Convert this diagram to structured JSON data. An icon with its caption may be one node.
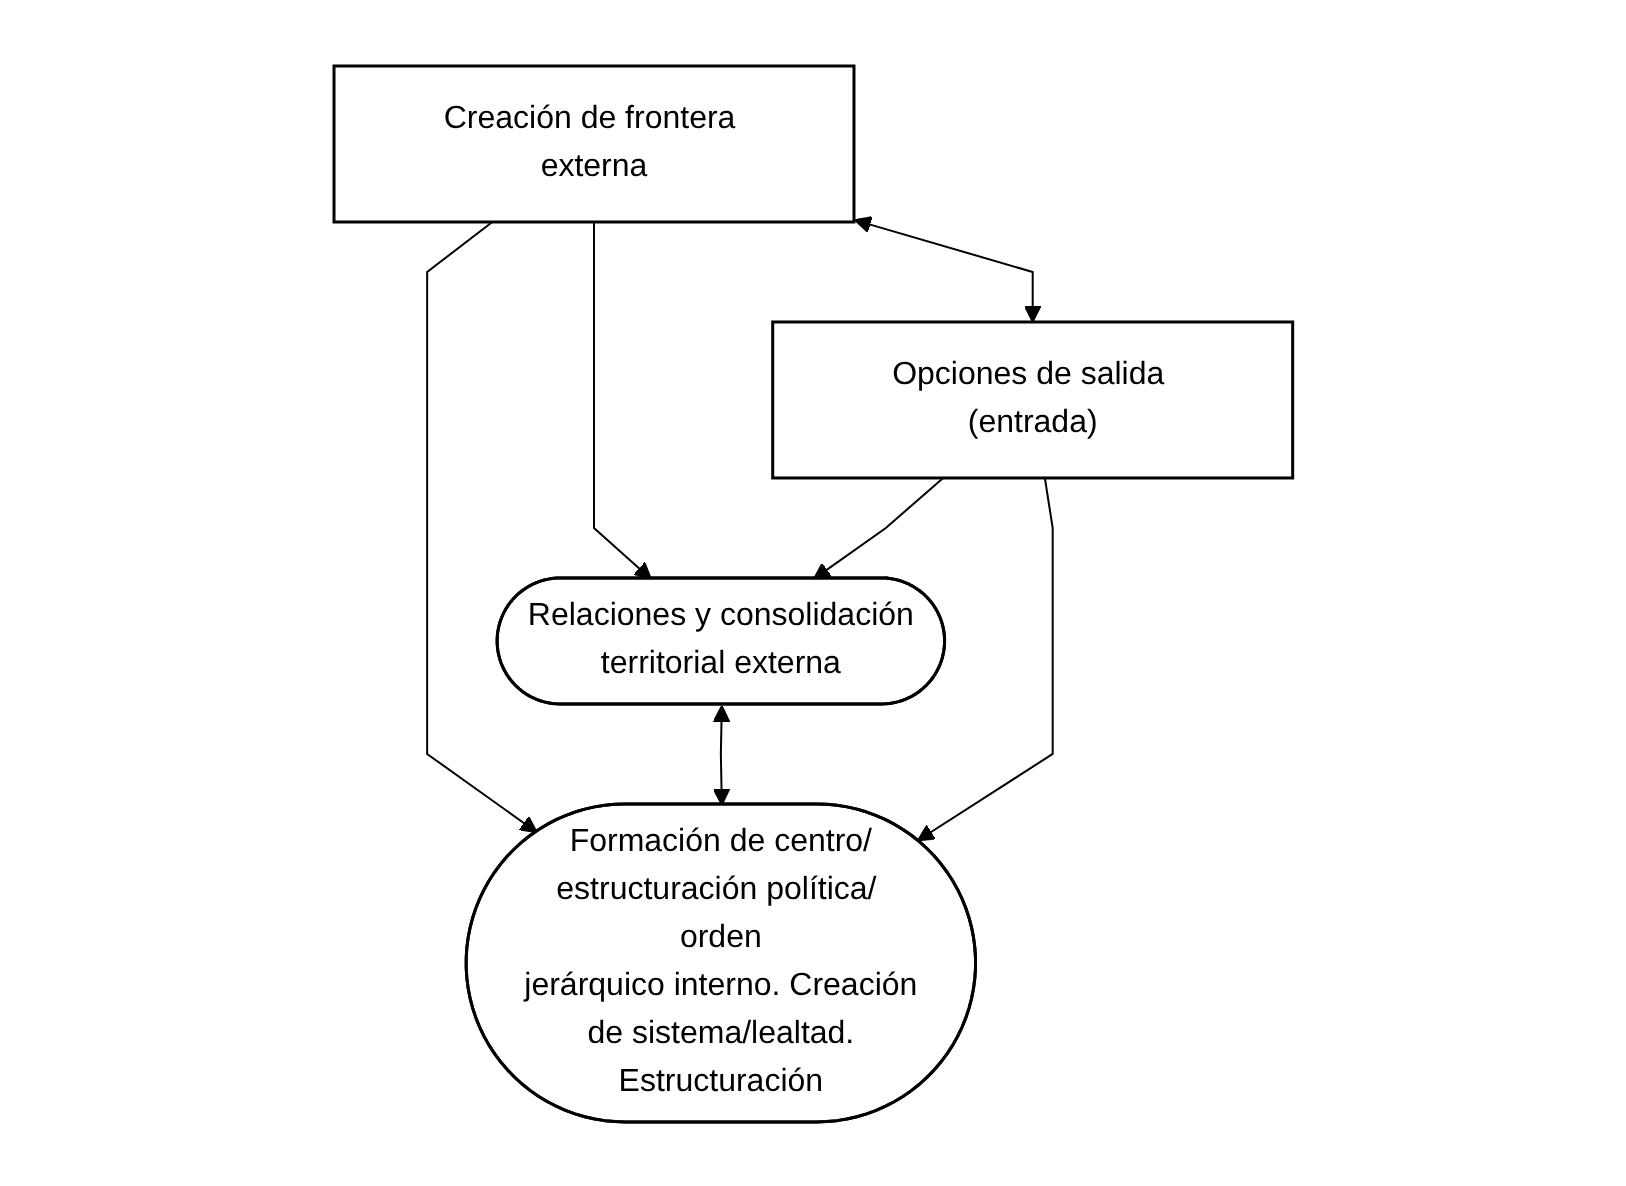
{
  "diagram": {
    "nodes": [
      {
        "text": [
          "Creación de frontera externa"
        ]
      },
      {
        "text": [
          "Relaciones y consolidación territorial externa"
        ]
      },
      {
        "text": [
          "Formación de centro/ estructuración política/ orden jerárquico interno. Creación de sistema/lealtad.",
          "Estructuración"
        ]
      },
      {
        "text": [
          "Opciones de salida (entrada)"
        ]
      }
    ],
    "edges": [
      {
        "from": 0,
        "to": 1,
        "arrow": "to"
      },
      {
        "from": 0,
        "to": 2,
        "arrow": "to"
      },
      {
        "from": 0,
        "to": 3,
        "arrow": "both"
      },
      {
        "from": 1,
        "to": 2,
        "arrow": "both"
      },
      {
        "from": 3,
        "to": 1,
        "arrow": "to"
      },
      {
        "from": 3,
        "to": 2,
        "arrow": "to"
      }
    ]
  }
}
